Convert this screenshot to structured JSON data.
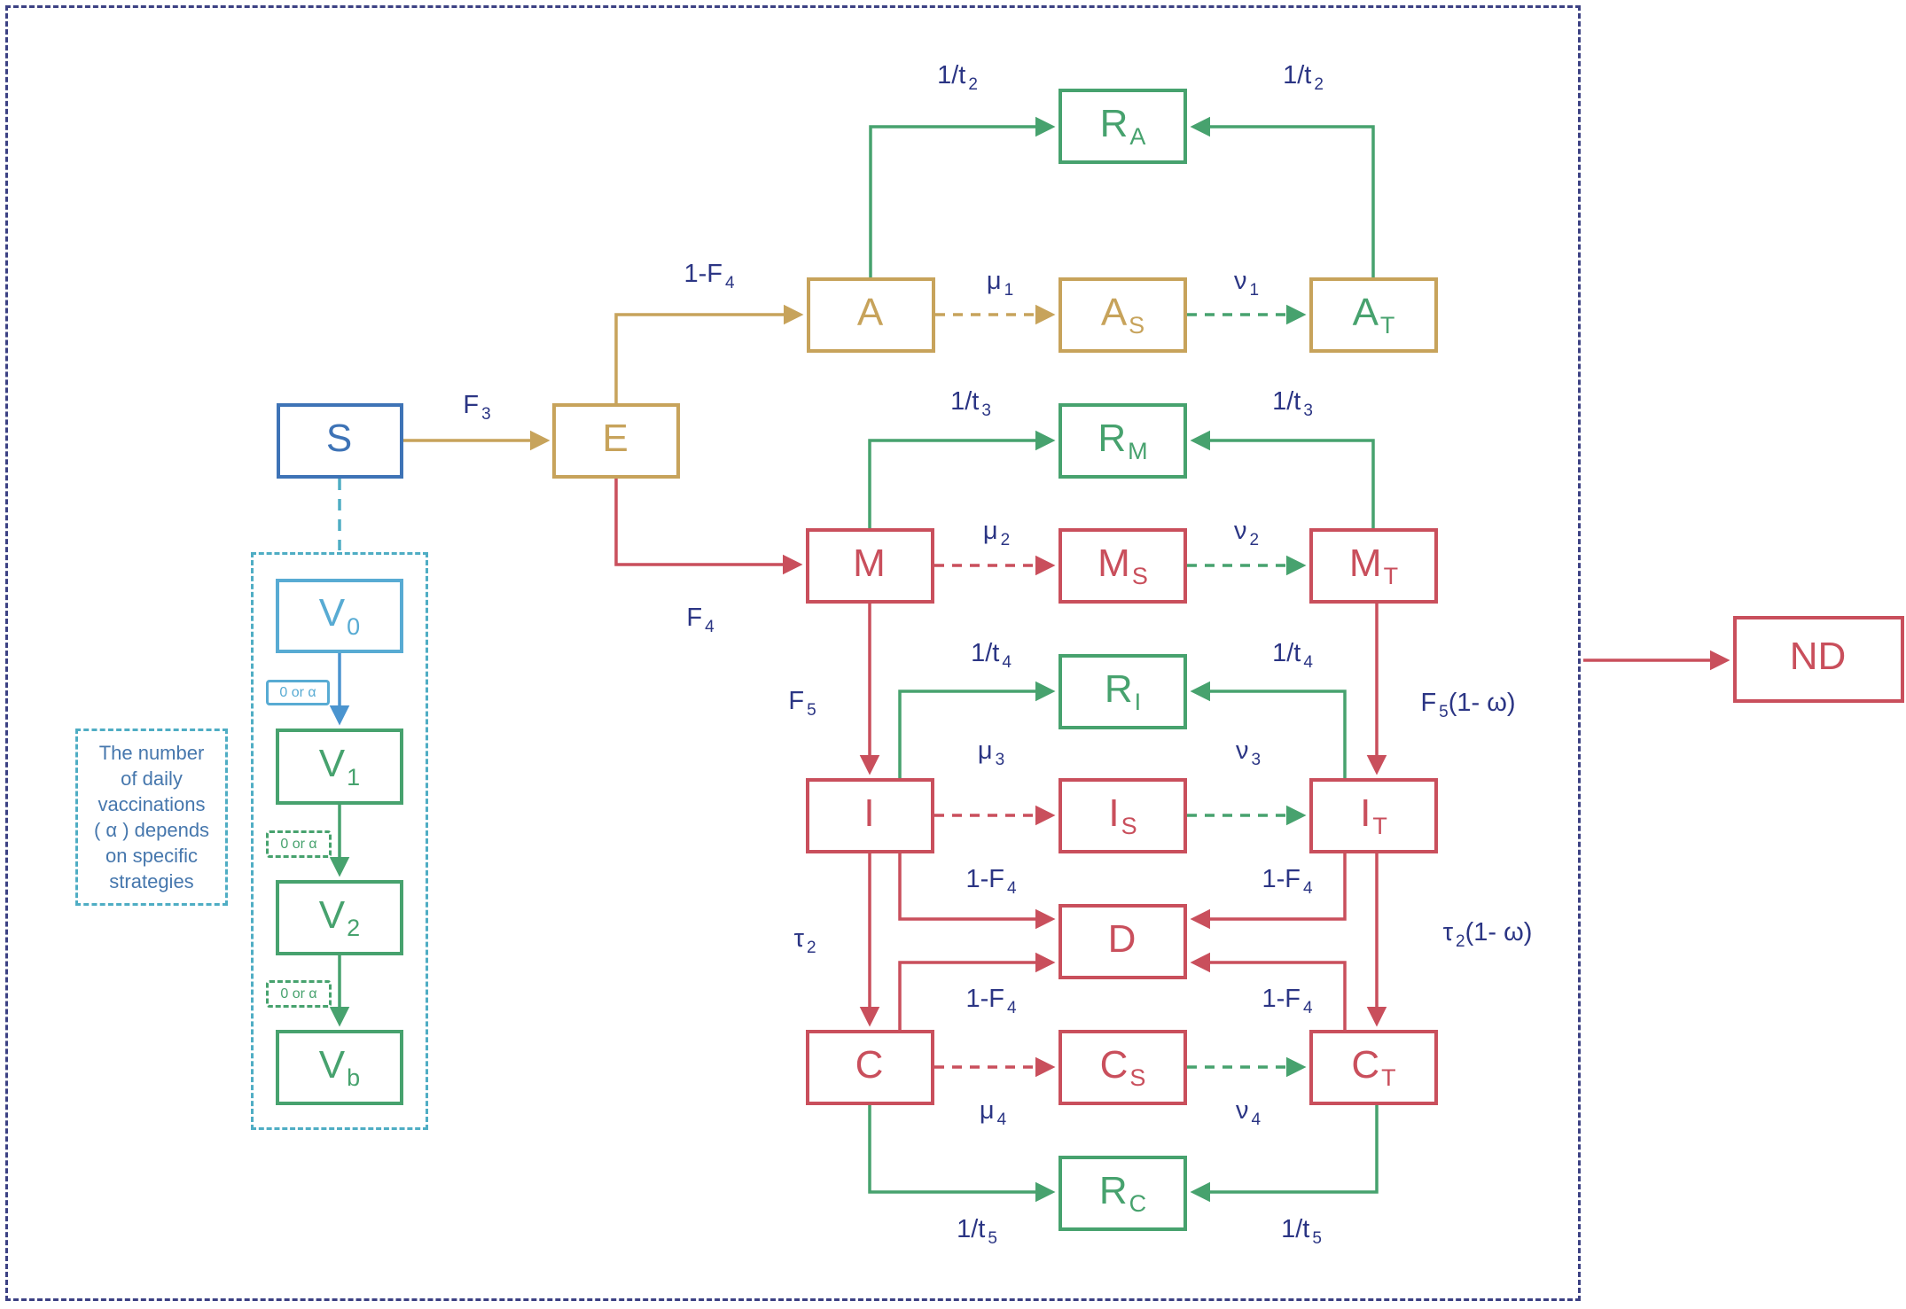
{
  "diagram": {
    "title_hint": "Compartmental epidemic model with vaccination strategies",
    "colors": {
      "frame_navy": "#3c4183",
      "label_navy": "#2b3584",
      "susceptible_blue": "#3e73b6",
      "exposed_tan": "#c7a35b",
      "infected_red": "#c94f5c",
      "recovered_green": "#47a26e",
      "vaccine_teal": "#4fadc4",
      "vaccine_blue": "#58abd3",
      "note_blue": "#4677ad"
    },
    "nodes": {
      "S": {
        "main": "S"
      },
      "E": {
        "main": "E"
      },
      "A": {
        "main": "A"
      },
      "AS": {
        "main": "A",
        "sub": "S"
      },
      "AT": {
        "main": "A",
        "sub": "T"
      },
      "RA": {
        "main": "R",
        "sub": "A"
      },
      "M": {
        "main": "M"
      },
      "MS": {
        "main": "M",
        "sub": "S"
      },
      "MT": {
        "main": "M",
        "sub": "T"
      },
      "RM": {
        "main": "R",
        "sub": "M"
      },
      "I": {
        "main": "I"
      },
      "IS": {
        "main": "I",
        "sub": "S"
      },
      "IT": {
        "main": "I",
        "sub": "T"
      },
      "RI": {
        "main": "R",
        "sub": "I"
      },
      "D": {
        "main": "D"
      },
      "C": {
        "main": "C"
      },
      "CS": {
        "main": "C",
        "sub": "S"
      },
      "CT": {
        "main": "C",
        "sub": "T"
      },
      "RC": {
        "main": "R",
        "sub": "C"
      },
      "V0": {
        "main": "V",
        "sub": "0"
      },
      "V1": {
        "main": "V",
        "sub": "1"
      },
      "V2": {
        "main": "V",
        "sub": "2"
      },
      "Vb": {
        "main": "V",
        "sub": "b"
      },
      "ND": {
        "main": "ND"
      }
    },
    "edge_labels": {
      "f3": {
        "main": "F",
        "sub": "3"
      },
      "one_minus_f4_top": {
        "main": "1-F",
        "sub": "4"
      },
      "mu1": {
        "main": "μ",
        "sub": "1"
      },
      "nu1": {
        "main": "ν",
        "sub": "1"
      },
      "t2_left": {
        "main": "1/t",
        "sub": "2"
      },
      "t2_right": {
        "main": "1/t",
        "sub": "2"
      },
      "f4": {
        "main": "F",
        "sub": "4"
      },
      "t3_left": {
        "main": "1/t",
        "sub": "3"
      },
      "t3_right": {
        "main": "1/t",
        "sub": "3"
      },
      "mu2": {
        "main": "μ",
        "sub": "2"
      },
      "nu2": {
        "main": "ν",
        "sub": "2"
      },
      "f5": {
        "main": "F",
        "sub": "5"
      },
      "f5_omega": {
        "main": "F",
        "sub": "5",
        "tail": "(1- ω)"
      },
      "t4_left": {
        "main": "1/t",
        "sub": "4"
      },
      "t4_right": {
        "main": "1/t",
        "sub": "4"
      },
      "mu3": {
        "main": "μ",
        "sub": "3"
      },
      "nu3": {
        "main": "ν",
        "sub": "3"
      },
      "one_minus_f4_ul": {
        "main": "1-F",
        "sub": "4"
      },
      "one_minus_f4_ur": {
        "main": "1-F",
        "sub": "4"
      },
      "tau2": {
        "main": "τ",
        "sub": "2"
      },
      "tau2_omega": {
        "main": "τ",
        "sub": "2",
        "tail": "(1- ω)"
      },
      "one_minus_f4_ll": {
        "main": "1-F",
        "sub": "4"
      },
      "one_minus_f4_lr": {
        "main": "1-F",
        "sub": "4"
      },
      "mu4": {
        "main": "μ",
        "sub": "4"
      },
      "nu4": {
        "main": "ν",
        "sub": "4"
      },
      "t5_left": {
        "main": "1/t",
        "sub": "5"
      },
      "t5_right": {
        "main": "1/t",
        "sub": "5"
      }
    },
    "vaccination": {
      "chips": [
        "0 or α",
        "0 or α",
        "0 or α"
      ]
    },
    "note": {
      "lines": [
        "The number",
        "of daily",
        "vaccinations",
        "( α ) depends",
        "on specific",
        "strategies"
      ]
    }
  }
}
